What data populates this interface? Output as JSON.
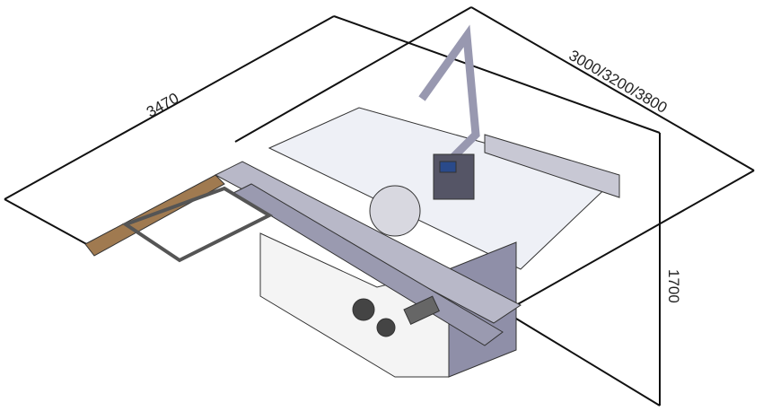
{
  "dimensions": {
    "length": "3470",
    "width": "3000/3200/3800",
    "height": "1700"
  },
  "colors": {
    "line": "#111111",
    "machine_body": "#8f8fa8",
    "machine_light": "#e6e6ee",
    "panel_white": "#f7f7f7"
  }
}
